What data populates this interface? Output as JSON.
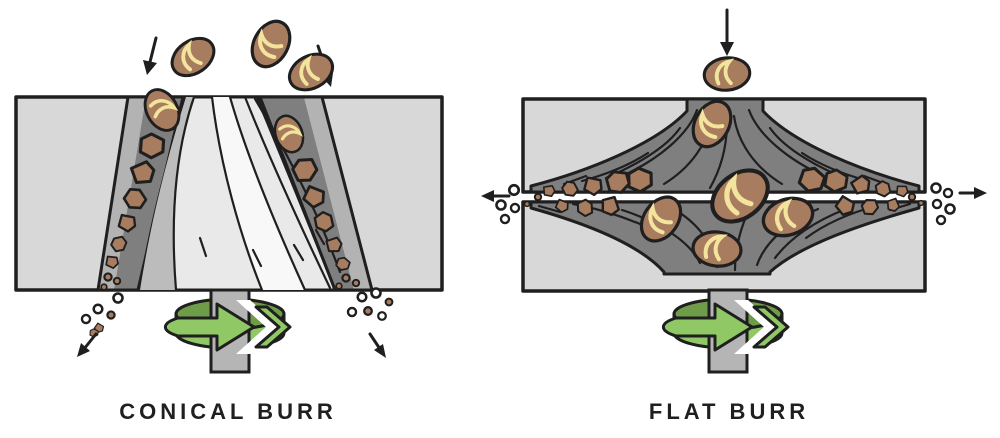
{
  "figure": {
    "subject": "Coffee grinder burr types comparison illustration"
  },
  "panels": {
    "conical": {
      "label": "CONICAL BURR"
    },
    "flat": {
      "label": "FLAT BURR"
    }
  },
  "icons": {
    "inlet": "down-arrow-icon",
    "outlet_left": "left-arrow-icon",
    "outlet_right": "right-arrow-icon",
    "rotation": "rotation-arrow-icon"
  },
  "colors": {
    "outline": "#1f1f1f",
    "casing": "#d8d8d8",
    "burr-dark": "#7f7f7f",
    "channel-mid": "#b3b3b3",
    "cone-base": "#e9e9e9",
    "cone-shade": "#bcbcbc",
    "cone-highlight": "#f8f8f8",
    "bean": "#a87c5f",
    "crease": "#f2e49c",
    "shaft": "#b5b5b5",
    "green-top": "#6f9c48",
    "green-front": "#90c865",
    "background": "#ffffff"
  }
}
